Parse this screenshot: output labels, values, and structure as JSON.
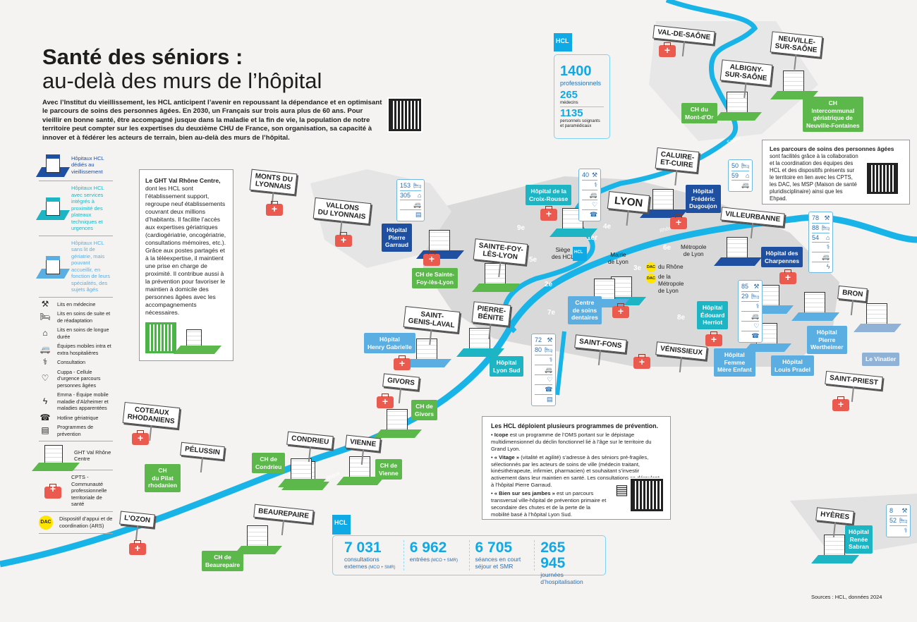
{
  "header": {
    "title": "Santé des séniors :",
    "subtitle": "au-delà des murs de l’hôpital",
    "intro": "Avec l’Institut du vieillissement, les HCL anticipent l’avenir en repoussant la dépendance et en optimisant le parcours de soins des personnes âgées. En 2030, un Français sur trois aura plus de 60 ans. Pour vieillir en bonne santé, être accompagné jusque dans la maladie et la fin de vie, la population de notre territoire peut compter sur les expertises du deuxième CHU de France, son organisation, sa capacité à innover et à fédérer les acteurs de terrain, bien au-delà des murs de l’hôpital."
  },
  "legend": {
    "types": [
      {
        "label": "Hôpitaux HCL dédiés au vieillissement",
        "color": "#1f4fa0"
      },
      {
        "label": "Hôpitaux HCL avec services intégrés à proximité des plateaux techniques et urgences",
        "color": "#1db4c4"
      },
      {
        "label": "Hôpitaux HCL sans lit de gériatrie, mais pouvant accueillir, en fonction de leurs spécialités, des sujets âgés",
        "color": "#5aaee2"
      }
    ],
    "icons": [
      {
        "icon": "medicine-bed-icon",
        "glyph": "⚒",
        "label": "Lits en médecine"
      },
      {
        "icon": "rehab-bed-icon",
        "glyph": "🛏",
        "label": "Lits en soins de suite et de réadaptation"
      },
      {
        "icon": "long-stay-icon",
        "glyph": "⌂",
        "label": "Lits en soins de longue durée"
      },
      {
        "icon": "ambulance-icon",
        "glyph": "🚐",
        "label": "Équipes mobiles intra et extra hospitalières"
      },
      {
        "icon": "stethoscope-icon",
        "glyph": "⚕",
        "label": "Consultation"
      },
      {
        "icon": "hands-heart-icon",
        "glyph": "♡",
        "label": "Cuppa - Cellule d’urgence parcours personnes âgées"
      },
      {
        "icon": "person-lightning-icon",
        "glyph": "ϟ",
        "label": "Emma - Équipe mobile maladie d’Alzheimer et maladies apparentées"
      },
      {
        "icon": "headset-icon",
        "glyph": "☎",
        "label": "Hotline gériatrique"
      },
      {
        "icon": "document-icon",
        "glyph": "▤",
        "label": "Programmes de prévention"
      }
    ],
    "ght": "GHT Val Rhône Centre",
    "cpts": "CPTS - Communauté professionnelle territoriale de santé",
    "dac_badge": "DAC",
    "dac": "Dispositif d’appui et de coordination (ARS)"
  },
  "ght_box": {
    "title": "Le GHT Val Rhône Centre,",
    "text": "dont les HCL sont l’établissement support, regroupe neuf établissements couvrant deux millions d’habitants. Il facilite l’accès aux expertises gériatriques (cardiogériatrie, oncogériatrie, consultations mémoires, etc.). Grâce aux postes partagés et à la téléexpertise, il maintient une prise en charge de proximité. Il contribue aussi à la prévention pour favoriser le maintien à domicile des personnes âgées avec les accompagnements nécessaires."
  },
  "staff": {
    "logo": "HCL",
    "total": "1400",
    "total_label": "professionnels",
    "doctors": "265",
    "doctors_label": "médecins",
    "nurses": "1135",
    "nurses_label": "personnels soignants et paramédicaux"
  },
  "parcours_box": {
    "title": "Les parcours de soins des personnes âgées",
    "text": "sont facilités grâce à la collaboration et la coordination des équipes des HCL et des dispositifs présents sur le territoire en lien avec les CPTS, les DAC, les MSP (Maison de santé pluridisciplinaire) ainsi que les Ehpad."
  },
  "prevention_box": {
    "title": "Les HCL déploient plusieurs programmes de prévention.",
    "items": [
      {
        "name": "Icope",
        "text": " est un programme de l’OMS portant sur le dépistage multidimensionnel du déclin fonctionnel lié à l’âge sur le territoire du Grand Lyon."
      },
      {
        "name": "« Vitage »",
        "text": " (vitalité et agilité) s’adresse à des séniors pré-fragiles, sélectionnés par les acteurs de soins de ville (médecin traitant, kinésithérapeute, infirmier, pharmacien) et souhaitant s’investir activement dans leur maintien en santé. Les consultations se déroulent à l’hôpital Pierre Garraud."
      },
      {
        "name": "« Bien sur ses jambes »",
        "text": " est un parcours transversal ville-hôpital de prévention primaire et secondaire des chutes et de la perte de la mobilité basé à l’hôpital Lyon Sud."
      }
    ]
  },
  "activity": {
    "logo": "HCL",
    "stats": [
      {
        "value": "7 031",
        "label": "consultations externes",
        "note": "(MCO + SMR)"
      },
      {
        "value": "6 962",
        "label": "entrées",
        "note": "(MCO + SMR)"
      },
      {
        "value": "6 705",
        "label": "séances en court séjour et SMR",
        "note": ""
      },
      {
        "value": "265 945",
        "label": "journées d’hospitalisation",
        "note": ""
      }
    ]
  },
  "map": {
    "signs": [
      "VAL-DE-SAÔNE",
      "NEUVILLE-\nSUR-SAÔNE",
      "ALBIGNY-\nSUR-SAÔNE",
      "CALUIRE-\nET-CUIRE",
      "LYON",
      "VILLEURBANNE",
      "MONTS DU\nLYONNAIS",
      "VALLONS\nDU LYONNAIS",
      "SAINTE-FOY-\nLÈS-LYON",
      "SAINT-\nGENIS-LAVAL",
      "PIERRE-\nBÉNITE",
      "SAINT-FONS",
      "VÉNISSIEUX",
      "BRON",
      "SAINT-PRIEST",
      "GIVORS",
      "COTEAUX\nRHODANIENS",
      "PÉLUSSIN",
      "CONDRIEU",
      "VIENNE",
      "BEAUREPAIRE",
      "L’OZON",
      "HYÈRES"
    ],
    "hospitals": [
      {
        "label": "Hôpital de la\nCroix-Rousse",
        "color": "#1db4c4"
      },
      {
        "label": "Hôpital\nFrédéric\nDugoujon",
        "color": "#1f4fa0"
      },
      {
        "label": "Hôpital\nPierre\nGarraud",
        "color": "#1f4fa0"
      },
      {
        "label": "Hôpital des\nCharpennes",
        "color": "#1f4fa0"
      },
      {
        "label": "Hôpital\nÉdouard\nHerriot",
        "color": "#1db4c4"
      },
      {
        "label": "Hôpital\nHenry Gabrielle",
        "color": "#5aaee2"
      },
      {
        "label": "Hôpital\nLyon Sud",
        "color": "#1db4c4"
      },
      {
        "label": "Hôpital\nFemme\nMère Enfant",
        "color": "#5aaee2"
      },
      {
        "label": "Hôpital\nLouis Pradel",
        "color": "#5aaee2"
      },
      {
        "label": "Hôpital\nPierre\nWertheimer",
        "color": "#5aaee2"
      },
      {
        "label": "Le Vinatier",
        "color": "#8fb2d6"
      },
      {
        "label": "Centre\nde soins\ndentaires",
        "color": "#5aaee2"
      },
      {
        "label": "Hôpital\nRenée\nSabran",
        "color": "#1db4c4"
      },
      {
        "label": "CH du\nMont-d’Or",
        "color": "#5cb84a"
      },
      {
        "label": "CH\nIntercommunal\ngériatrique de\nNeuville-Fontaines",
        "color": "#5cb84a"
      },
      {
        "label": "CH de Sainte-\nFoy-lès-Lyon",
        "color": "#5cb84a"
      },
      {
        "label": "CH de\nGivors",
        "color": "#5cb84a"
      },
      {
        "label": "CH\ndu Pilat\nrhodanien",
        "color": "#5cb84a"
      },
      {
        "label": "CH de\nCondrieu",
        "color": "#5cb84a"
      },
      {
        "label": "CH de\nVienne",
        "color": "#5cb84a"
      },
      {
        "label": "CH de\nBeaurepaire",
        "color": "#5cb84a"
      }
    ],
    "beds": [
      {
        "hospital": "Croix-Rousse",
        "rows": [
          [
            "40",
            "⚒"
          ],
          [
            "",
            "⚕"
          ],
          [
            "",
            "🚐"
          ],
          [
            "",
            "♡"
          ],
          [
            "",
            "☎"
          ]
        ]
      },
      {
        "hospital": "Dugoujon",
        "rows": [
          [
            "50",
            "🛏"
          ],
          [
            "59",
            "⌂"
          ],
          [
            "",
            "🚐"
          ]
        ]
      },
      {
        "hospital": "Pierre Garraud",
        "rows": [
          [
            "153",
            "🛏"
          ],
          [
            "305",
            "⌂"
          ],
          [
            "",
            "🚐"
          ],
          [
            "",
            "▤"
          ]
        ]
      },
      {
        "hospital": "Charpennes",
        "rows": [
          [
            "78",
            "⚒"
          ],
          [
            "88",
            "🛏"
          ],
          [
            "54",
            "⌂"
          ],
          [
            "",
            "⚕"
          ],
          [
            "",
            "🚐"
          ],
          [
            "",
            "ϟ"
          ]
        ]
      },
      {
        "hospital": "Herriot",
        "rows": [
          [
            "85",
            "⚒"
          ],
          [
            "29",
            "🛏"
          ],
          [
            "",
            "⚕"
          ],
          [
            "",
            "🚐"
          ],
          [
            "",
            "♡"
          ],
          [
            "",
            "☎"
          ]
        ]
      },
      {
        "hospital": "Lyon Sud",
        "rows": [
          [
            "72",
            "⚒"
          ],
          [
            "80",
            "🛏"
          ],
          [
            "",
            "⚕"
          ],
          [
            "",
            "🚐"
          ],
          [
            "",
            "♡"
          ],
          [
            "",
            "☎"
          ],
          [
            "",
            "▤"
          ]
        ]
      },
      {
        "hospital": "Sabran",
        "rows": [
          [
            "8",
            "⚒"
          ],
          [
            "52",
            "🛏"
          ],
          [
            "",
            "⚕"
          ]
        ]
      }
    ],
    "arrondissements": [
      "1er",
      "2e",
      "3e",
      "4e",
      "5e",
      "6e",
      "7e",
      "8e",
      "9e"
    ],
    "siege": "Siège\ndes HCL",
    "mairie": "Mairie\nde Lyon",
    "metropole": "Métropole\nde Lyon",
    "dac_rhone": "du Rhône",
    "dac_metro": "de la\nMétropole\nde Lyon",
    "river_rhone": "Rhône",
    "river_saone": "Saône"
  },
  "footer": {
    "sources": "Sources : HCL, données 2024"
  }
}
